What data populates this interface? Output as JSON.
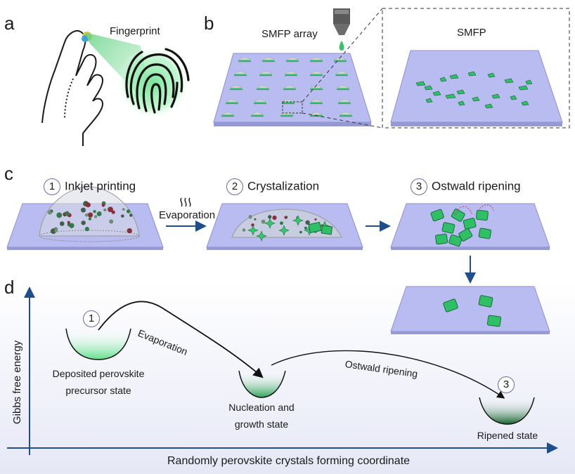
{
  "panels": {
    "a": {
      "letter": "a",
      "label": "Fingerprint"
    },
    "b": {
      "letter": "b",
      "array_label": "SMFP array",
      "zoom_label": "SMFP"
    },
    "c": {
      "letter": "c",
      "steps": [
        {
          "num": "1",
          "label": "Inkjet printing"
        },
        {
          "num": "2",
          "label": "Crystalization"
        },
        {
          "num": "3",
          "label": "Ostwald ripening"
        }
      ],
      "arrow_label": "Evaporation"
    },
    "d": {
      "letter": "d",
      "ylabel": "Gibbs free energy",
      "xlabel": "Randomly perovskite crystals forming coordinate",
      "states": [
        {
          "num": "1",
          "label_line1": "Deposited perovskite",
          "label_line2": "precursor state"
        },
        {
          "num": "",
          "label_line1": "Nucleation and",
          "label_line2": "growth state"
        },
        {
          "num": "3",
          "label_line1": "Ripened state",
          "label_line2": ""
        }
      ],
      "transitions": [
        "Evaporation",
        "Ostwald ripening"
      ]
    }
  },
  "colors": {
    "substrate": "#b9bcf0",
    "substrate_edge": "#8e91c8",
    "green": "#2ecc71",
    "dark_green": "#1f8a4a",
    "energy_bg": "#eef0fb"
  }
}
